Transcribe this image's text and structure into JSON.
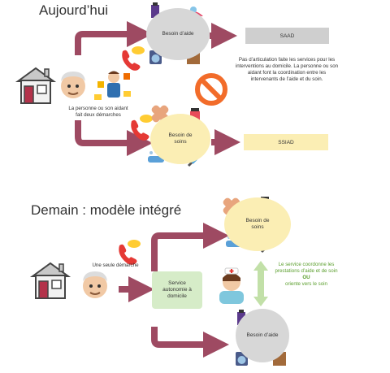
{
  "top": {
    "title": "Aujourd’hui",
    "circle_aide": "Besoin d’aide",
    "circle_soins": "Besoin de soins",
    "box_saad": "SAAD",
    "box_ssiad": "SSIAD",
    "note": "Pas d’articulation faite les services pour les interventions au domicile. La personne ou son aidant font la coordination entre les intervenants de l’aide et du soin.",
    "person_caption": "La personne ou son aidant fait deux démarches"
  },
  "bottom": {
    "title": "Demain : modèle intégré",
    "person_caption": "Une seule démarche",
    "service_box": "Service autonomie à domicile",
    "circle_soins": "Besoin de soins",
    "circle_aide": "Besoin d’aide",
    "coord_line1": "Le service coordonne les prestations d’aide et de soin",
    "coord_or": "OU",
    "coord_line2": "oriente vers le soin"
  },
  "colors": {
    "arrow": "#9e4a62",
    "gray_box": "#cfcfcf",
    "yellow": "#fbeeb4",
    "green_box": "#d6ecc8",
    "green_text": "#5a9e2c",
    "no_sign": "#f26c2a"
  },
  "icons": [
    "house-icon",
    "elderly-person-icon",
    "stressed-person-icon",
    "phone-icon",
    "no-entry-icon",
    "bandage-icon",
    "medicine-icon",
    "syringe-icon",
    "bath-icon",
    "cleaning-icon",
    "washing-machine-icon",
    "grocery-bag-icon",
    "nurse-icon"
  ]
}
